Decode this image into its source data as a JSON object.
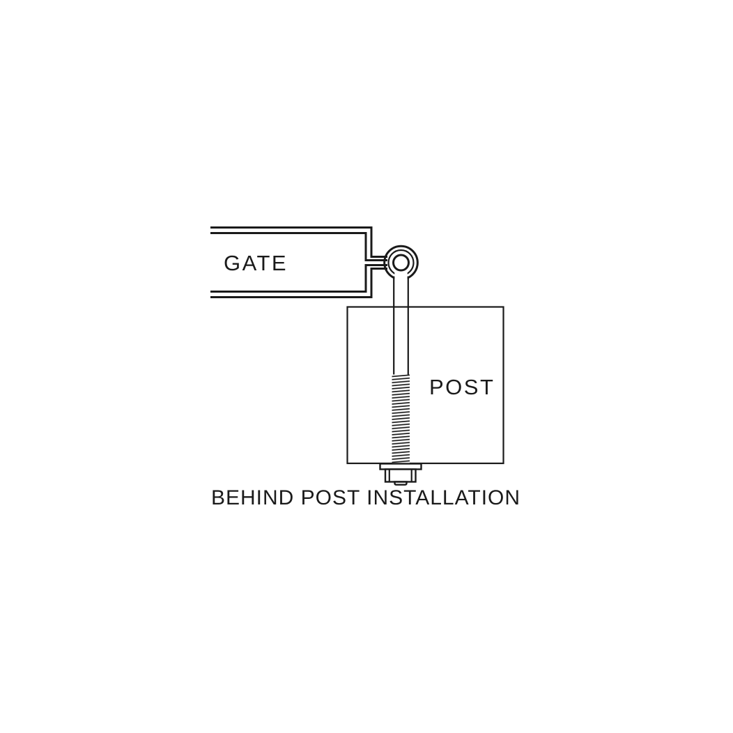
{
  "diagram": {
    "caption": "BEHIND POST INSTALLATION",
    "gate_label": "GATE",
    "post_label": "POST",
    "colors": {
      "line": "#1a1a1a",
      "background": "#ffffff"
    }
  }
}
